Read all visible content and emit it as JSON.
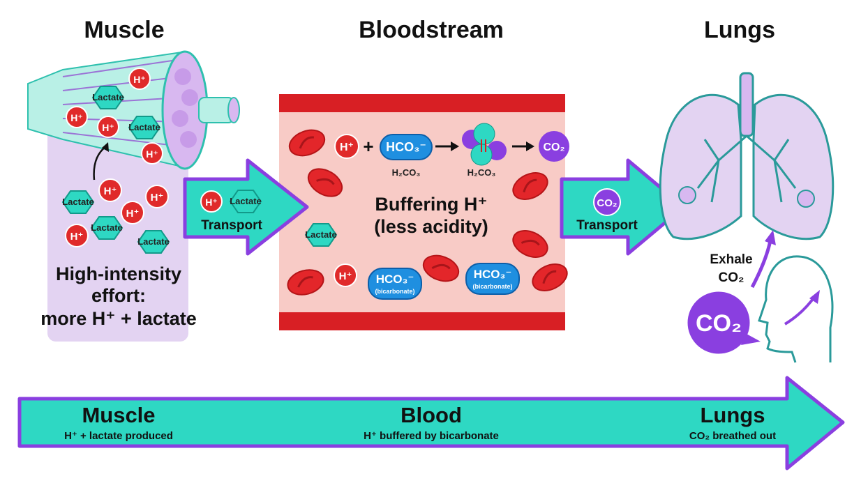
{
  "titles": {
    "muscle": "Muscle",
    "bloodstream": "Bloodstream",
    "lungs": "Lungs"
  },
  "muscle": {
    "h_ion": "H⁺",
    "lactate": "Lactate",
    "caption": [
      "High-intensity",
      "effort:",
      "more H⁺ + lactate"
    ]
  },
  "transport_left": {
    "h_ion": "H⁺",
    "lactate": "Lactate",
    "label": "Transport"
  },
  "blood": {
    "h_ion": "H⁺",
    "plus": "+",
    "bicarbonate": "HCO₃⁻",
    "carbonic_acid_1": "H₂CO₃",
    "carbonic_acid_2": "H₂CO₃",
    "co2": "CO₂",
    "buffering": [
      "Buffering H⁺",
      "(less acidity)"
    ],
    "lactate": "Lactate",
    "bicarbonate_note": "(bicarbonate)"
  },
  "transport_right": {
    "co2": "CO₂",
    "label": "Transport"
  },
  "lungs": {
    "exhale": [
      "Exhale",
      "CO₂"
    ],
    "co2_big": "CO₂"
  },
  "timeline": [
    {
      "title": "Muscle",
      "subtitle": "H⁺ + lactate produced"
    },
    {
      "title": "Blood",
      "subtitle": "H⁺ buffered by bicarbonate"
    },
    {
      "title": "Lungs",
      "subtitle": "CO₂ breathed out"
    }
  ],
  "colors": {
    "teal": "#2ed8c3",
    "purple": "#8a3fe0",
    "red": "#e02a2a",
    "blue": "#1f8fe0",
    "lavender": "#e3d3f2",
    "pink": "#f8cbc6"
  }
}
